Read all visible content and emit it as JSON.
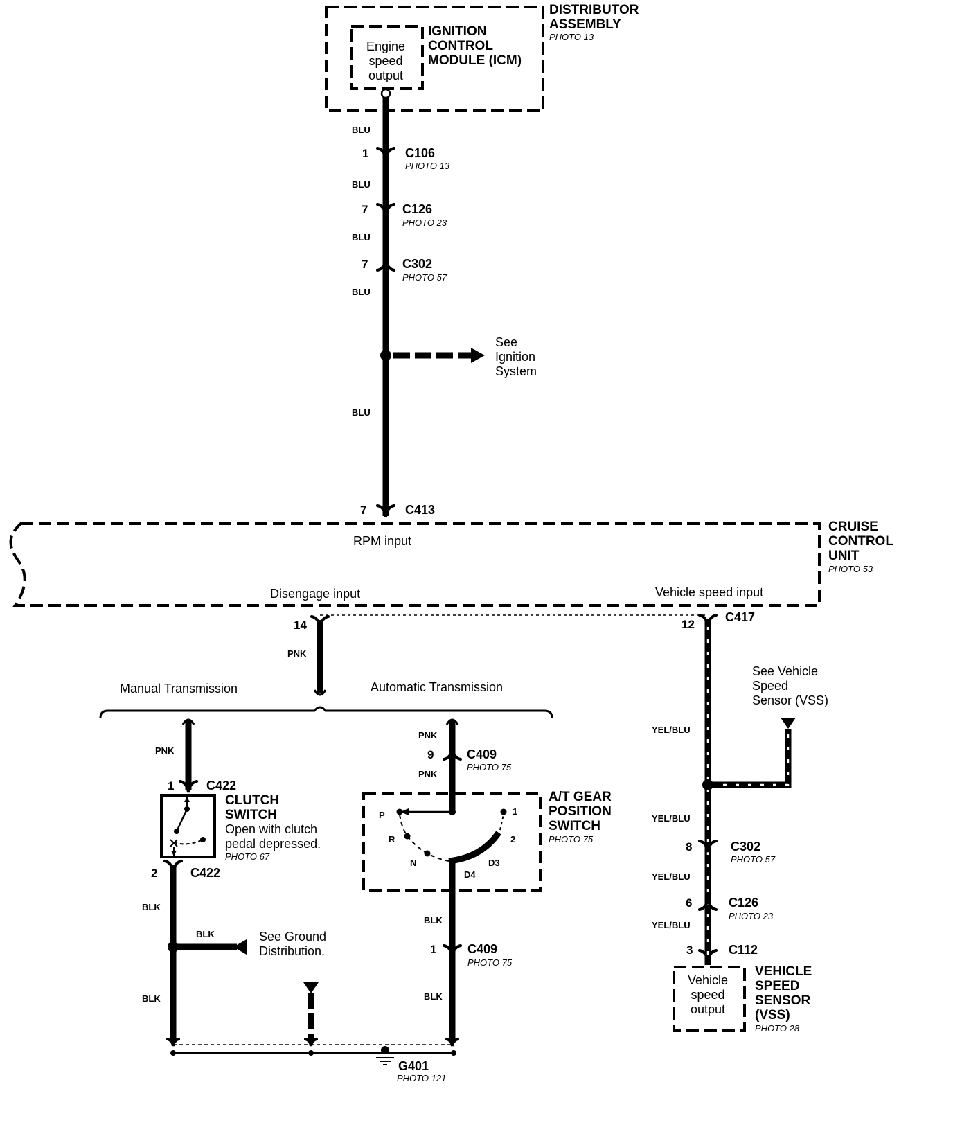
{
  "distributor_assembly": {
    "title": [
      "DISTRIBUTOR",
      "ASSEMBLY"
    ],
    "photo": "PHOTO 13",
    "icm": {
      "title": [
        "IGNITION",
        "CONTROL",
        "MODULE (ICM)"
      ],
      "output": [
        "Engine",
        "speed",
        "output"
      ]
    }
  },
  "rpm_circuit": {
    "wire_labels": [
      "BLU",
      "BLU",
      "BLU",
      "BLU",
      "BLU"
    ],
    "connectors": [
      {
        "pin": "1",
        "name": "C106",
        "photo": "PHOTO 13"
      },
      {
        "pin": "7",
        "name": "C126",
        "photo": "PHOTO 23"
      },
      {
        "pin": "7",
        "name": "C302",
        "photo": "PHOTO 57"
      },
      {
        "pin": "7",
        "name": "C413"
      }
    ],
    "see_ref": [
      "See",
      "Ignition",
      "System"
    ]
  },
  "cruise_control_unit": {
    "title": [
      "CRUISE",
      "CONTROL",
      "UNIT"
    ],
    "photo": "PHOTO 53",
    "inputs": {
      "rpm": "RPM input",
      "disengage": "Disengage input",
      "vehicle_speed": "Vehicle speed input"
    }
  },
  "disengage_circuit": {
    "pin": "14",
    "wire_label": "PNK",
    "branch_labels": {
      "manual": "Manual Transmission",
      "automatic": "Automatic Transmission"
    },
    "manual": {
      "wire_labels": [
        "PNK",
        "BLK",
        "BLK",
        "BLK"
      ],
      "c422_in": {
        "pin": "1",
        "name": "C422"
      },
      "c422_out": {
        "pin": "2",
        "name": "C422"
      },
      "clutch_switch": {
        "title": [
          "CLUTCH",
          "SWITCH"
        ],
        "description": [
          "Open with clutch",
          "pedal depressed."
        ],
        "photo": "PHOTO 67"
      },
      "see_ref": [
        "See Ground",
        "Distribution."
      ]
    },
    "automatic": {
      "wire_labels": [
        "PNK",
        "PNK",
        "BLK",
        "BLK"
      ],
      "c409_top": {
        "pin": "9",
        "name": "C409",
        "photo": "PHOTO 75"
      },
      "c409_bottom": {
        "pin": "1",
        "name": "C409",
        "photo": "PHOTO 75"
      },
      "gear_switch": {
        "title": [
          "A/T GEAR",
          "POSITION",
          "SWITCH"
        ],
        "photo": "PHOTO 75",
        "positions": [
          "P",
          "R",
          "N",
          "D4",
          "D3",
          "2",
          "1"
        ]
      }
    }
  },
  "ground": {
    "name": "G401",
    "photo": "PHOTO 121"
  },
  "vehicle_speed_circuit": {
    "c417": {
      "pin": "12",
      "name": "C417"
    },
    "wire_labels": [
      "YEL/BLU",
      "YEL/BLU",
      "YEL/BLU",
      "YEL/BLU"
    ],
    "see_ref": [
      "See Vehicle",
      "Speed",
      "Sensor (VSS)"
    ],
    "connectors": [
      {
        "pin": "8",
        "name": "C302",
        "photo": "PHOTO 57"
      },
      {
        "pin": "6",
        "name": "C126",
        "photo": "PHOTO 23"
      },
      {
        "pin": "3",
        "name": "C112"
      }
    ],
    "vss": {
      "title": [
        "VEHICLE",
        "SPEED",
        "SENSOR",
        "(VSS)"
      ],
      "photo": "PHOTO 28",
      "output": [
        "Vehicle",
        "speed",
        "output"
      ]
    }
  }
}
